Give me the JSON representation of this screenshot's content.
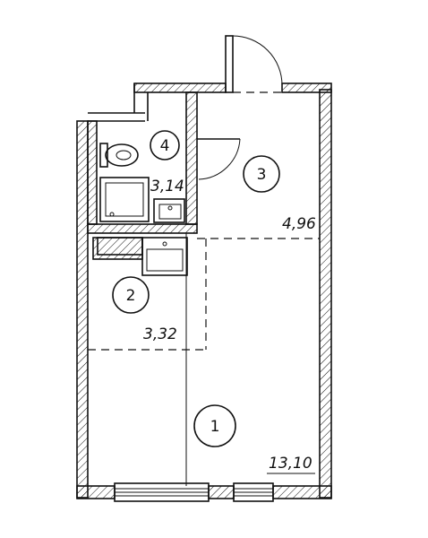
{
  "rooms": [
    {
      "number": "1",
      "area": "13,10"
    },
    {
      "number": "2",
      "area": "3,32"
    },
    {
      "number": "3",
      "area": "4,96"
    },
    {
      "number": "4",
      "area": "3,14"
    }
  ]
}
